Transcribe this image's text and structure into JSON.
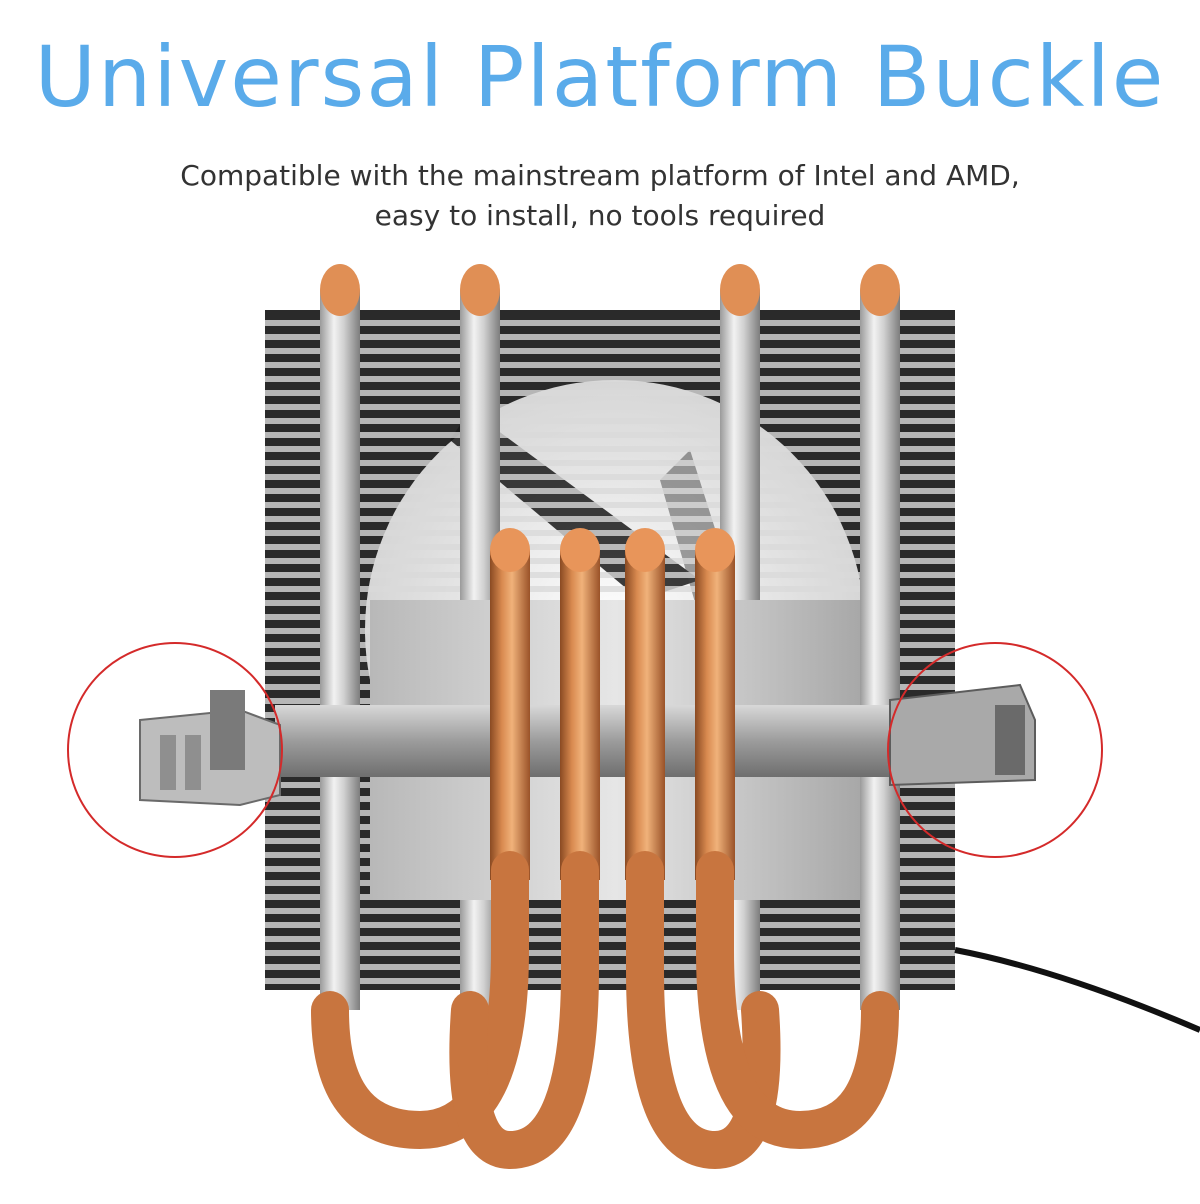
{
  "headline": "Universal Platform Buckle",
  "subtitle": {
    "line1": "Compatible with the mainstream platform of Intel and AMD,",
    "line2": "easy to install, no tools required"
  },
  "colors": {
    "headline": "#5aabea",
    "subtitle": "#333333",
    "highlight_circle": "#d42a2a",
    "copper": "#c8753f"
  },
  "image": {
    "subject": "cpu-cooler-heatsink",
    "icons": [
      "heatsink-fins",
      "copper-heat-pipes",
      "fan",
      "mounting-clip-left",
      "mounting-clip-right",
      "highlight-circle"
    ]
  }
}
